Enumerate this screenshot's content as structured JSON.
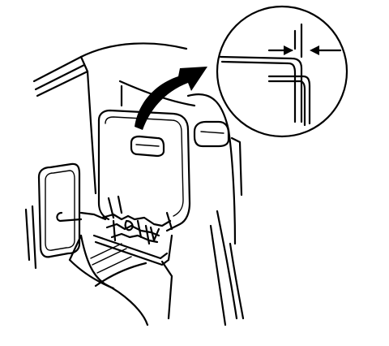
{
  "figure": {
    "line_color": "#000000",
    "background_color": "#ffffff",
    "parts": [
      "rear-trim-panel",
      "access-door",
      "door-handle-recess",
      "side-access-opening",
      "latch-mechanism",
      "curved-callout-arrow",
      "detail-magnifier-circle",
      "gap-measurement-arrows"
    ]
  }
}
